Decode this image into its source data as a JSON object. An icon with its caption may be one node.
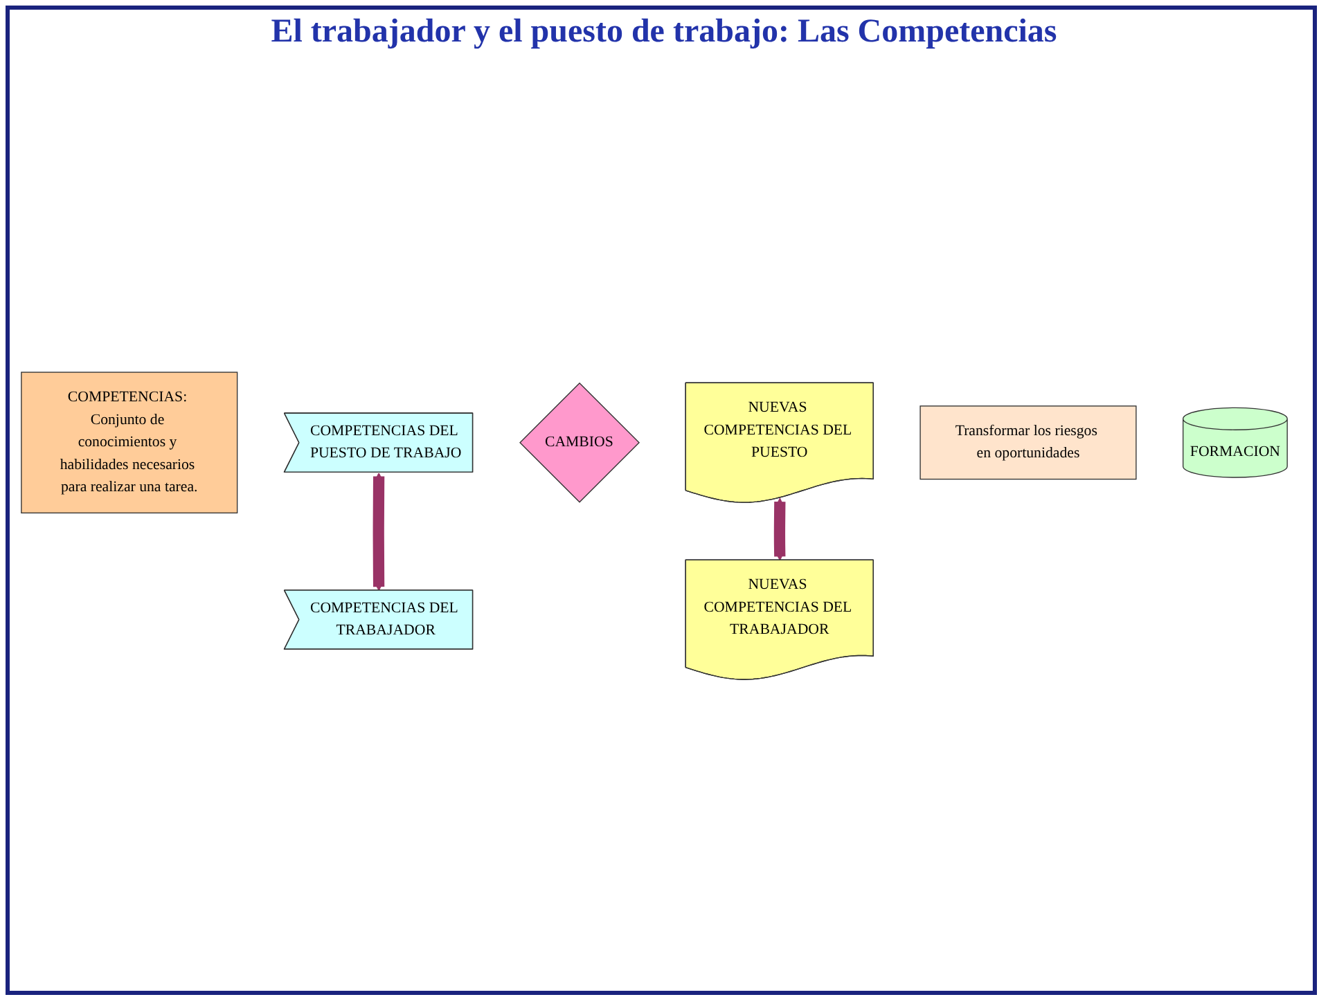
{
  "diagram": {
    "title": "El trabajador y el puesto de trabajo: Las Competencias",
    "nodes": [
      {
        "text": [
          "COMPETENCIAS: Conjunto de conocimientos y habilidades necesarios para realizar una tarea."
        ]
      },
      {
        "text": [
          "COMPETENCIAS DEL PUESTO DE TRABAJO"
        ]
      },
      {
        "text": [
          "CAMBIOS"
        ]
      },
      {
        "text": [
          "NUEVAS COMPETENCIAS DEL PUESTO"
        ]
      },
      {
        "text": [
          "Transformar los riesgos en oportunidades"
        ]
      },
      {
        "text": [
          "COMPETENCIAS DEL TRABAJADOR"
        ]
      },
      {
        "text": [
          "FORMACION"
        ]
      },
      {
        "text": [
          "NUEVAS COMPETENCIAS DEL TRABAJADOR"
        ]
      }
    ],
    "edges": [
      {
        "from": 1,
        "to": 5,
        "arrow": "both"
      },
      {
        "from": 3,
        "to": 7,
        "arrow": "both"
      }
    ]
  }
}
